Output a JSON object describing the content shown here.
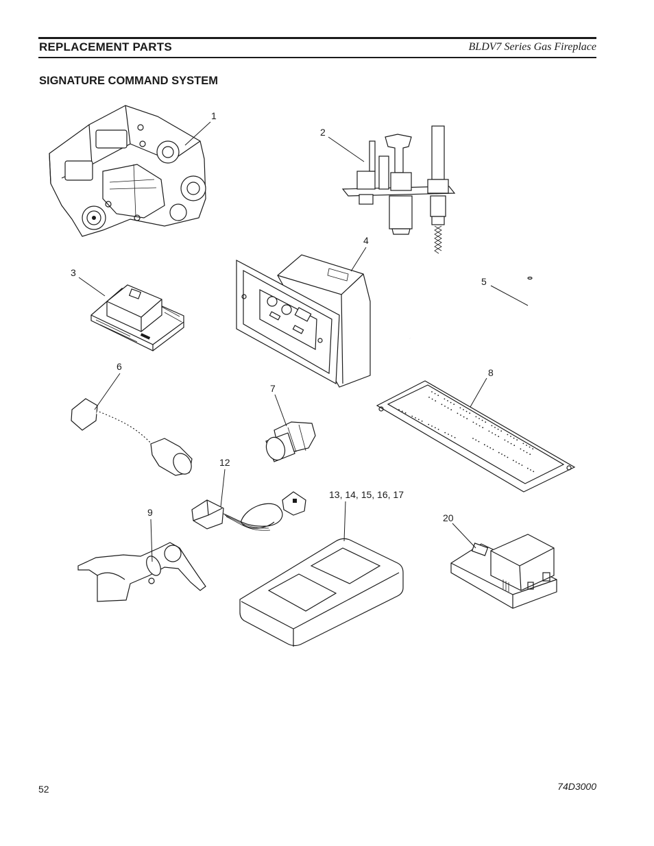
{
  "header": {
    "section": "REPLACEMENT PARTS",
    "product": "BLDV7 Series Gas Fireplace"
  },
  "title": "SIGNATURE COMMAND SYSTEM",
  "callouts": {
    "c1": "1",
    "c2": "2",
    "c3": "3",
    "c4": "4",
    "c5": "5",
    "c6": "6",
    "c7": "7",
    "c8": "8",
    "c9": "9",
    "c12": "12",
    "c13": "13, 14, 15, 16, 17",
    "c20": "20"
  },
  "footer": {
    "page_number": "52",
    "doc_number": "74D3000"
  }
}
